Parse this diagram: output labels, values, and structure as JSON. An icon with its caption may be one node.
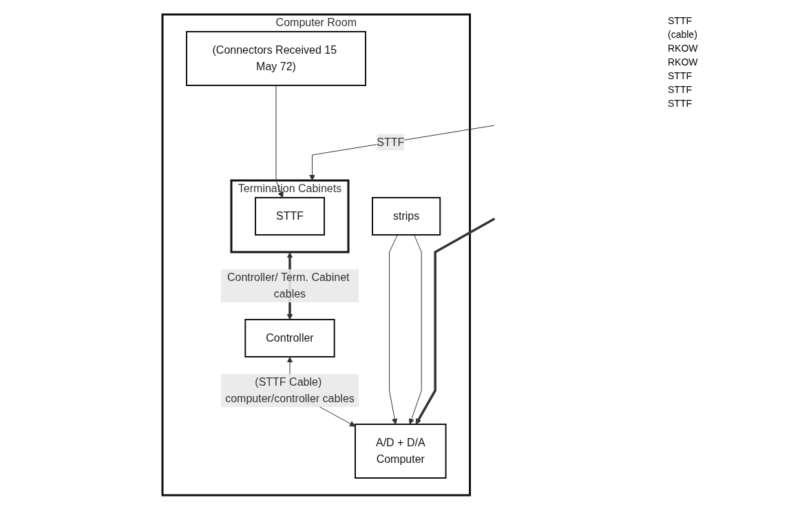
{
  "diagram": {
    "nodes": [
      {
        "text": [
          "Computer Room"
        ]
      },
      {
        "text": [
          "Termination Cabinets"
        ],
        "in": 0
      },
      {
        "text": [
          "STTF"
        ],
        "in": 1
      },
      {
        "text": [
          "(Connectors Received 15 May 72)"
        ],
        "in": 0
      },
      {
        "text": [
          "A/D + D/A",
          "Computer"
        ],
        "in": 0
      },
      {
        "text": [
          "strips"
        ],
        "in": 0
      },
      {
        "text": [
          "Controller"
        ],
        "in": 0
      }
    ],
    "edges": [
      {
        "from": null,
        "to": 1,
        "arrow": "to",
        "label": "STTF"
      },
      {
        "from": 3,
        "to": 2,
        "arrow": "to"
      },
      {
        "from": 1,
        "to": 6,
        "arrow": "both",
        "label": "Controller/ Term. Cabinet cables",
        "style": "thick"
      },
      {
        "from": 6,
        "to": 4,
        "arrow": "both",
        "label": "(STTF Cable) computer/controller cables"
      },
      {
        "from": 5,
        "to": 4,
        "arrow": "to"
      },
      {
        "from": 5,
        "to": 4,
        "arrow": "to"
      },
      {
        "from": null,
        "to": 4,
        "arrow": "to",
        "style": "thick"
      }
    ],
    "labels": [
      "STTF",
      "(cable)",
      "RKOW",
      "RKOW",
      "STTF",
      "STTF",
      "STTF"
    ]
  }
}
